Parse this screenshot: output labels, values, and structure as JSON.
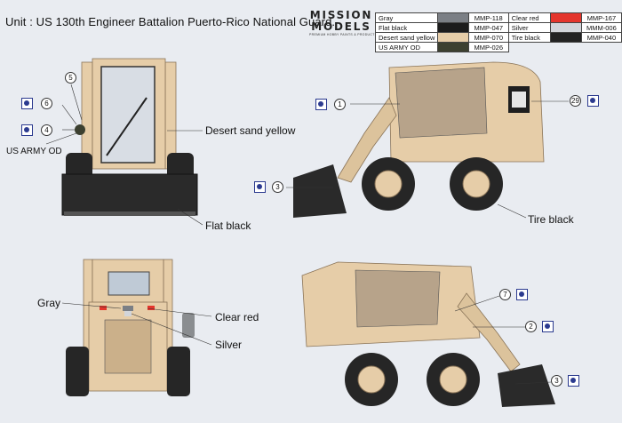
{
  "header": {
    "unit_label": "Unit : ",
    "unit_name": "US 130th Engineer Battalion Puerto-Rico National Guard.",
    "brand_line1": "MISSION",
    "brand_line2": "MODELS",
    "brand_tagline": "PREMIUM HOBBY PAINTS & PRODUCTS"
  },
  "color_table": {
    "rows": [
      {
        "name": "Gray",
        "code": "MMP-118",
        "swatch": "#7b7f85"
      },
      {
        "name": "Flat black",
        "code": "MMP-047",
        "swatch": "#1c1c1c"
      },
      {
        "name": "Desert sand yellow",
        "code": "MMP-070",
        "swatch": "#e6cda8"
      },
      {
        "name": "US ARMY OD",
        "code": "MMP-026",
        "swatch": "#3c4030"
      },
      {
        "name": "Clear red",
        "code": "MMP-167",
        "swatch": "#e4352c"
      },
      {
        "name": "Silver",
        "code": "MMM-006",
        "swatch": "#d2d5da"
      },
      {
        "name": "Tire black",
        "code": "MMP-040",
        "swatch": "#222222"
      }
    ]
  },
  "front_view": {
    "callouts": [
      "5",
      "6",
      "4"
    ],
    "labels": {
      "od": "US ARMY OD",
      "sand": "Desert sand yellow",
      "flat": "Flat black"
    }
  },
  "side_view_top": {
    "callouts": [
      "1",
      "29",
      "3"
    ],
    "labels": {
      "tire": "Tire black"
    }
  },
  "rear_view": {
    "labels": {
      "gray": "Gray",
      "red": "Clear red",
      "silver": "Silver"
    }
  },
  "side_view_bottom": {
    "callouts": [
      "7",
      "2",
      "3"
    ]
  },
  "colors": {
    "body": "#e6cda8",
    "body_shade": "#cfb189",
    "black": "#1f1f1f",
    "tire": "#262626",
    "od": "#3c4030",
    "decal_blue": "#2b3a8f"
  }
}
